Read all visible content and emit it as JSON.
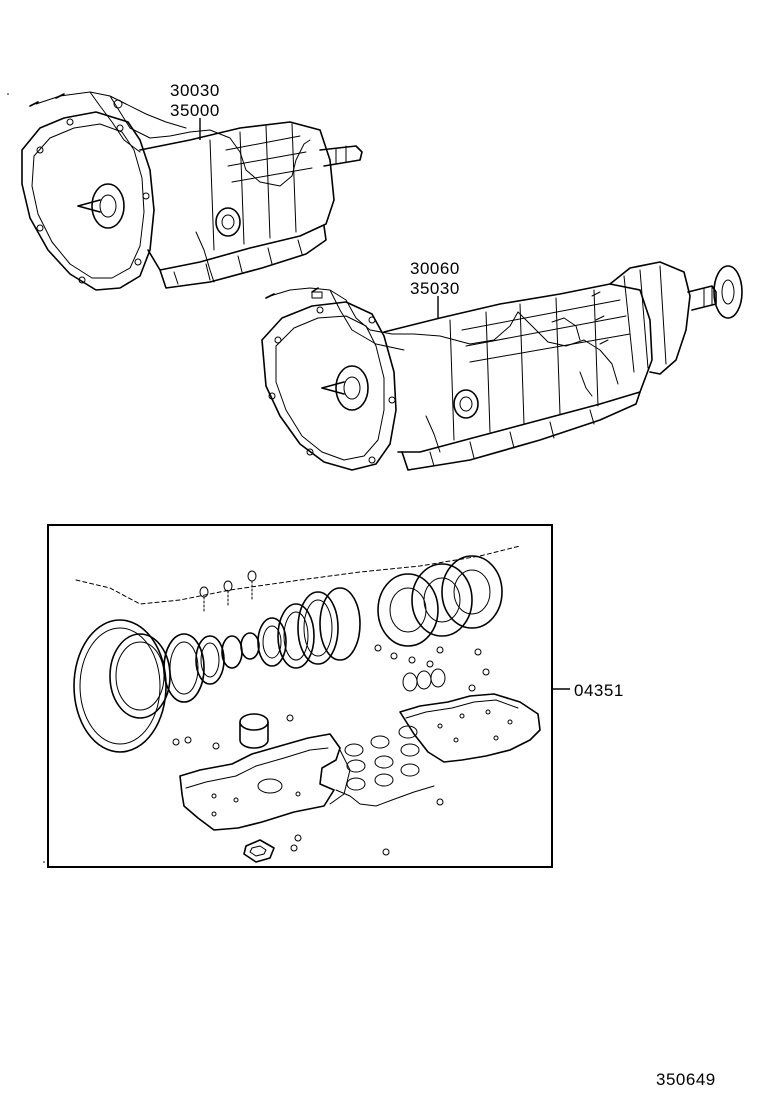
{
  "callouts": {
    "transmission_a": [
      "30030",
      "35000"
    ],
    "transmission_b": [
      "30060",
      "35030"
    ],
    "gasket_kit": "04351"
  },
  "figure_code": "350649"
}
